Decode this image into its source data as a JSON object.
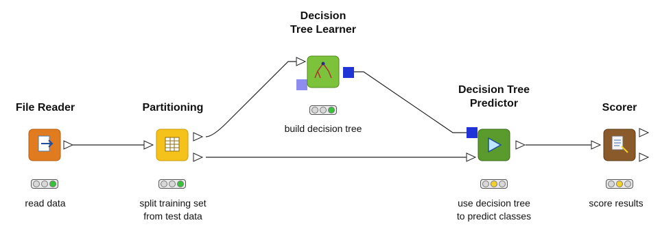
{
  "workflow": {
    "nodes": [
      {
        "title": [
          "File Reader"
        ],
        "description": [
          "read data"
        ],
        "status": [
          "off",
          "off",
          "green"
        ],
        "icon": "file-reader-icon",
        "color": "#e07b1f"
      },
      {
        "title": [
          "Partitioning"
        ],
        "description": [
          "split training set",
          "from test data"
        ],
        "status": [
          "off",
          "off",
          "green"
        ],
        "icon": "partitioning-icon",
        "color": "#f5c21b"
      },
      {
        "title": [
          "Decision",
          "Tree Learner"
        ],
        "description": [
          "build decision tree"
        ],
        "status": [
          "off",
          "off",
          "green"
        ],
        "icon": "decision-tree-learner-icon",
        "color": "#7cc23a"
      },
      {
        "title": [
          "Decision Tree",
          "Predictor"
        ],
        "description": [
          "use decision tree",
          "to predict classes"
        ],
        "status": [
          "off",
          "yellow",
          "off"
        ],
        "icon": "decision-tree-predictor-icon",
        "color": "#5b9a2c"
      },
      {
        "title": [
          "Scorer"
        ],
        "description": [
          "score results"
        ],
        "status": [
          "off",
          "yellow",
          "off"
        ],
        "icon": "scorer-icon",
        "color": "#8a5a2b"
      }
    ]
  },
  "colors": {
    "status_green": "#37c23a",
    "status_yellow": "#f2d22a",
    "status_off": "#d8d8d8",
    "model_port": "#1f33d6",
    "model_port_light": "#8f8cf0"
  }
}
